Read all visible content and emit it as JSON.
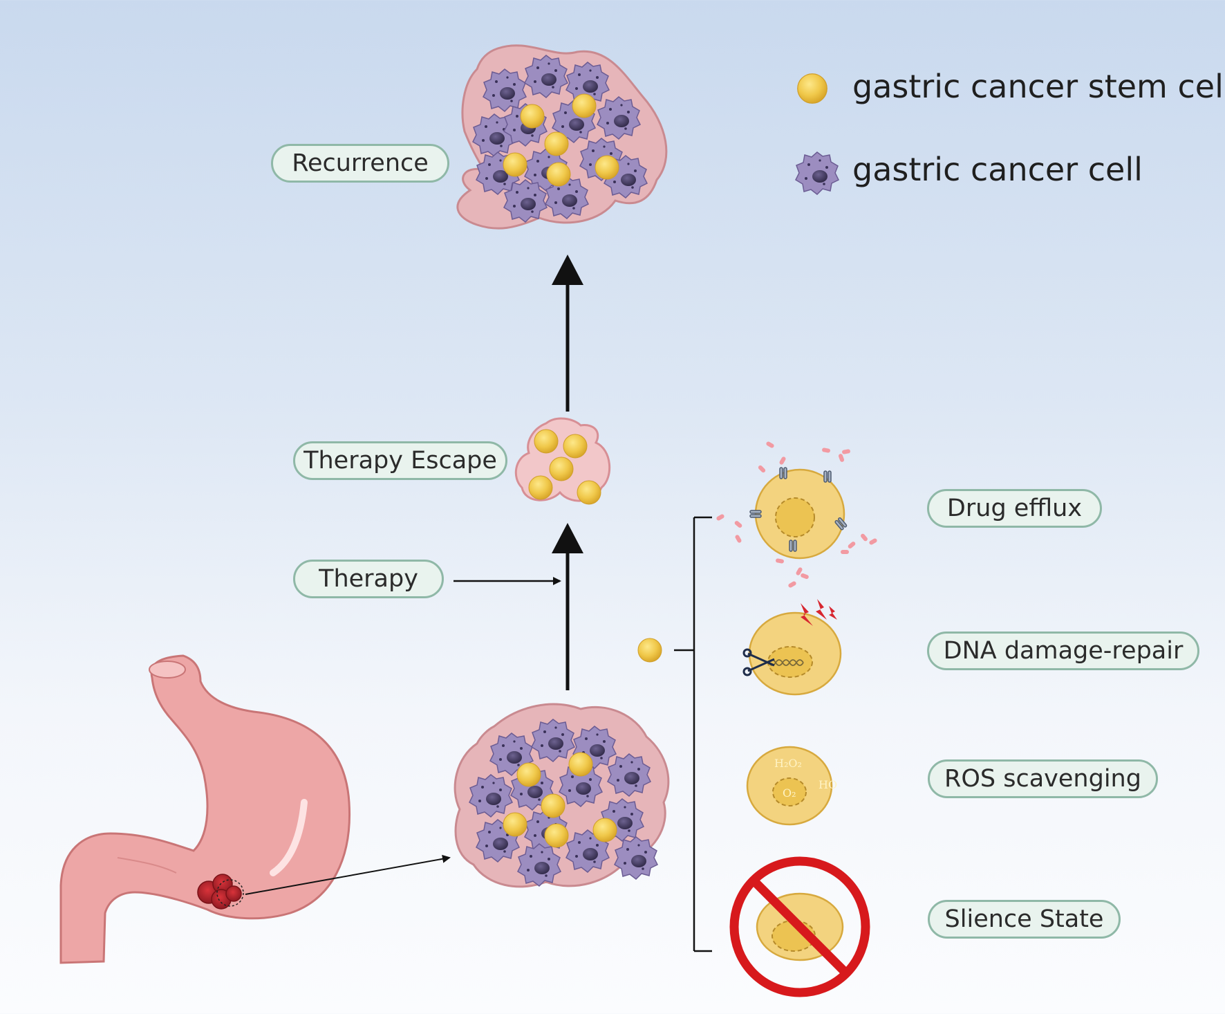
{
  "labels": {
    "recurrence": "Recurrence",
    "therapy_escape": "Therapy Escape",
    "therapy": "Therapy",
    "drug_efflux": "Drug efflux",
    "dna_damage_repair": "DNA damage-repair",
    "ros_scavenging": "ROS scavenging",
    "slience_state": "Slience State"
  },
  "legend": {
    "stem_cell": "gastric cancer stem cell",
    "cancer_cell": "gastric cancer cell"
  },
  "ros_labels": {
    "h2o2": "H₂O₂",
    "ho": "HO",
    "o2": "O₂"
  },
  "colors": {
    "pill_border": "#8fb8a7",
    "pill_fill": "#e9f3ee",
    "stem_cell": "#f0c84a",
    "cancer_cell": "#8e7fb4",
    "cluster_fill": "#e6b5b9",
    "stomach": "#eda6a6",
    "prohibit_red": "#d7191c",
    "arrow": "#111111"
  },
  "icons": {
    "stem_cell": "yellow-stem-cell-icon",
    "cancer_cell": "purple-cancer-cell-icon",
    "stomach": "stomach-icon",
    "scissors": "scissors-icon",
    "lightning": "lightning-icon",
    "prohibit": "prohibit-icon"
  }
}
